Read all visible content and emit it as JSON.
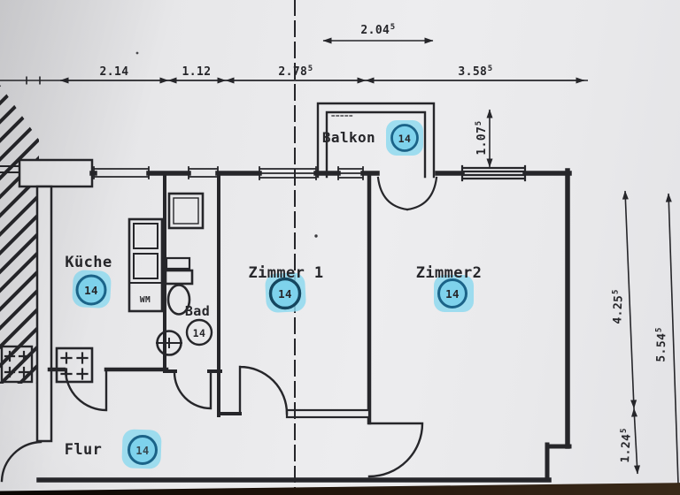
{
  "meta": {
    "title": "Wohnungsgrundriss (Foto)",
    "marker_number": "14"
  },
  "colors": {
    "paper": "#e9e9eb",
    "ink": "#26262a",
    "highlight_fill": "#8fd9ee",
    "highlight_ring": "#1b6388",
    "highlight_text": "#123f5b",
    "photo_edge": "#1d120a"
  },
  "rooms": [
    {
      "id": "kueche",
      "label": "Küche",
      "marker": "14",
      "highlighted": true
    },
    {
      "id": "bad",
      "label": "Bad",
      "marker": "14",
      "highlighted": false
    },
    {
      "id": "zimmer1",
      "label": "Zimmer 1",
      "marker": "14",
      "highlighted": true
    },
    {
      "id": "zimmer2",
      "label": "Zimmer2",
      "marker": "14",
      "highlighted": true
    },
    {
      "id": "balkon",
      "label": "Balkon",
      "marker": "14",
      "highlighted": true
    },
    {
      "id": "flur",
      "label": "Flur",
      "marker": "14",
      "highlighted": true
    }
  ],
  "fixtures": {
    "washing_machine": "WM"
  },
  "dimensions": {
    "top": [
      {
        "value": "2.14",
        "sup": ""
      },
      {
        "value": "1.12",
        "sup": ""
      },
      {
        "value": "2.78",
        "sup": "5"
      },
      {
        "value": "3.58",
        "sup": "5"
      }
    ],
    "balcony_width": {
      "value": "2.04",
      "sup": "5"
    },
    "balcony_depth": {
      "value": "1.07",
      "sup": "5"
    },
    "right_inner_top": {
      "value": "4.25",
      "sup": "5"
    },
    "right_inner_bottom": {
      "value": "1.24",
      "sup": "5"
    },
    "right_outer": {
      "value": "5.54",
      "sup": "5"
    }
  }
}
